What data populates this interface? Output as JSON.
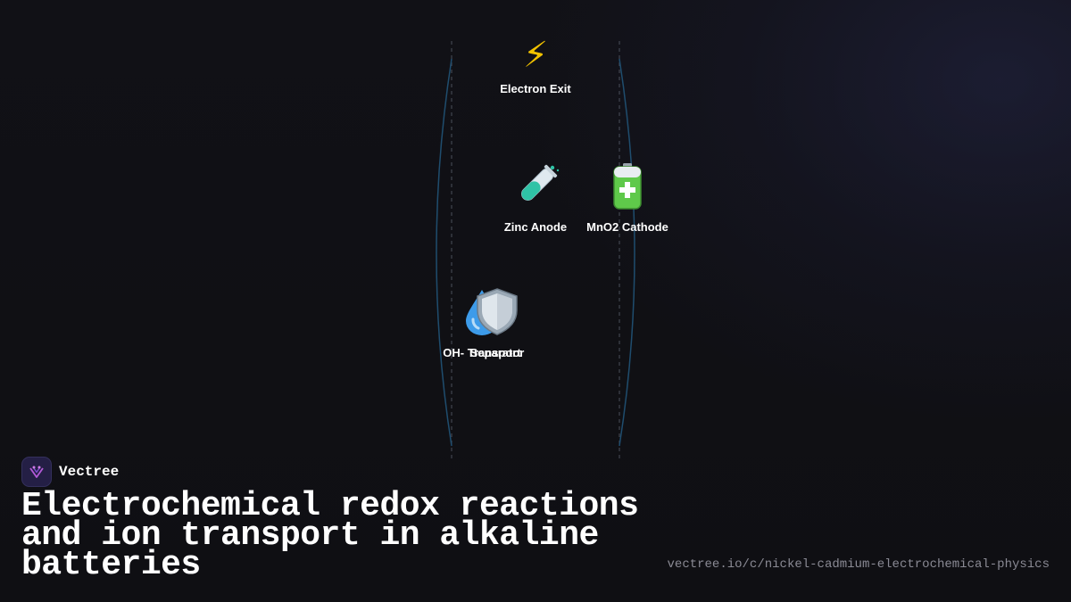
{
  "diagram": {
    "nodes": [
      {
        "id": "electron-exit",
        "label": "Electron Exit",
        "icon": "lightning-bolt-icon"
      },
      {
        "id": "zinc-anode",
        "label": "Zinc Anode",
        "icon": "test-tube-icon"
      },
      {
        "id": "mno2-cathode",
        "label": "MnO2 Cathode",
        "icon": "battery-icon"
      },
      {
        "id": "oh-transport",
        "label": "OH- Transport",
        "icon": "droplet-icon"
      },
      {
        "id": "separator",
        "label": "Separator",
        "icon": "shield-icon"
      }
    ],
    "colors": {
      "boundary_curve": "#1f4d6e",
      "boundary_dash": "#4a4f5a"
    }
  },
  "brand": {
    "name": "Vectree",
    "logo_icon": "vectree-logo-icon",
    "logo_color": "#b45ad8"
  },
  "footer": {
    "title": "Electrochemical redox reactions and ion transport in alkaline batteries",
    "url": "vectree.io/c/nickel-cadmium-electrochemical-physics"
  },
  "colors": {
    "background": "#111116",
    "text": "#ffffff",
    "url_text": "#8a8a94"
  }
}
